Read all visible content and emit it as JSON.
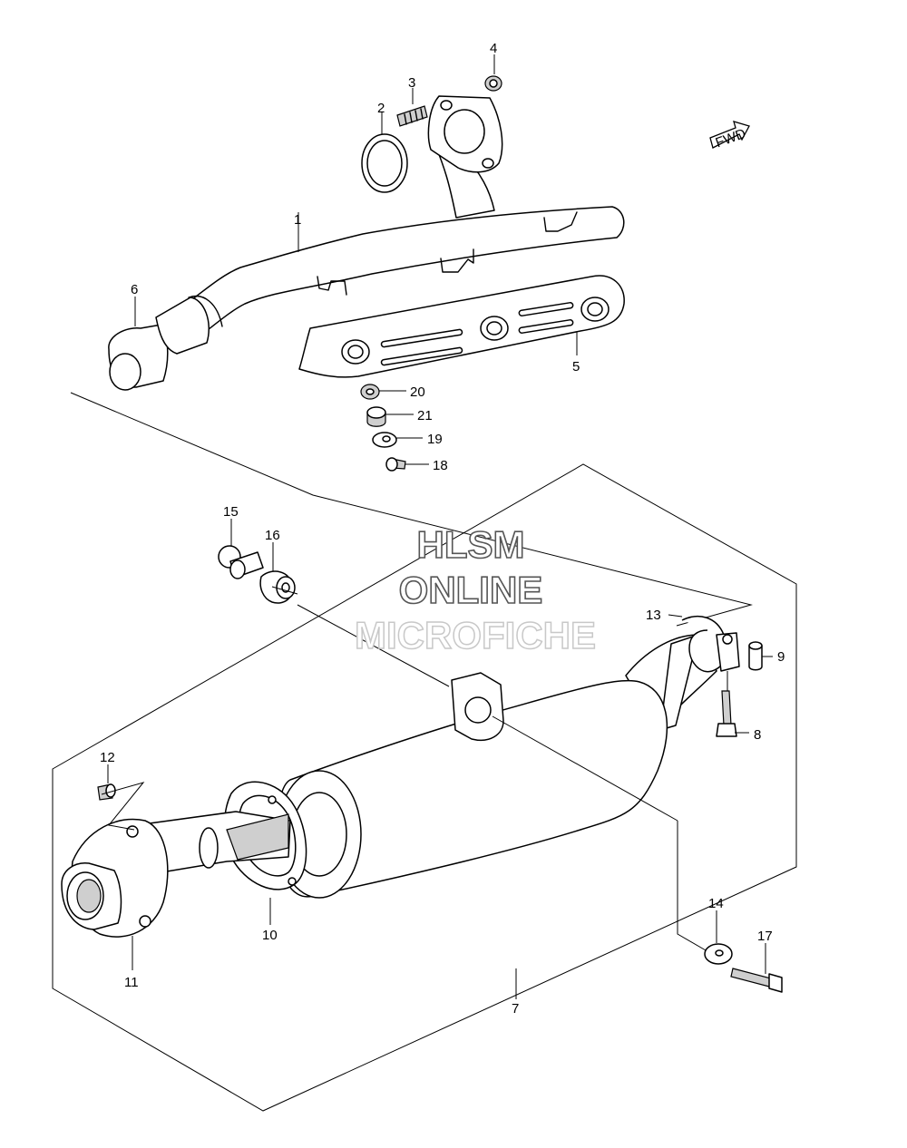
{
  "diagram": {
    "callouts": [
      "1",
      "2",
      "3",
      "4",
      "5",
      "6",
      "7",
      "8",
      "9",
      "10",
      "11",
      "12",
      "13",
      "14",
      "15",
      "16",
      "17",
      "18",
      "19",
      "20",
      "21"
    ],
    "fwd_label": "FWD",
    "watermark": [
      "HLSM",
      "ONLINE",
      "MICROFICHE"
    ]
  }
}
